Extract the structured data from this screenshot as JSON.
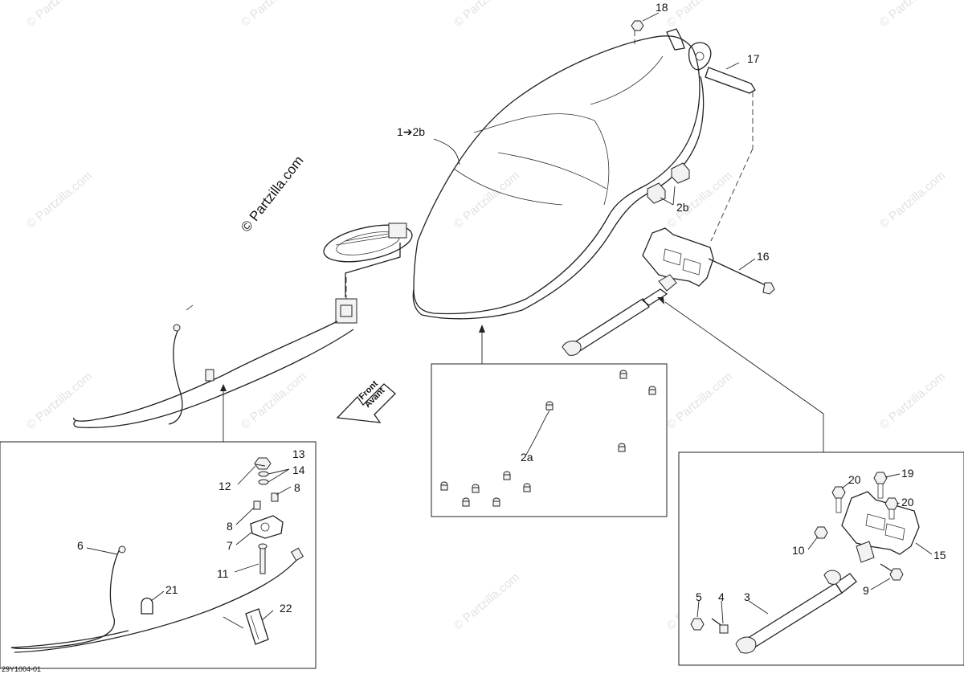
{
  "diagram": {
    "watermark_text": "© Partzilla.com",
    "copyright_stamp": "© Partzilla.com",
    "front_arrow": {
      "line1": "Front",
      "line2": "Avant"
    },
    "reference_code": "29Y1004-01",
    "callouts": {
      "c_1_2b": "1➔2b",
      "c_2a": "2a",
      "c_2b": "2b",
      "c_3": "3",
      "c_4": "4",
      "c_5": "5",
      "c_6": "6",
      "c_7": "7",
      "c_8a": "8",
      "c_8b": "8",
      "c_9": "9",
      "c_10": "10",
      "c_11": "11",
      "c_12": "12",
      "c_13": "13",
      "c_14": "14",
      "c_15": "15",
      "c_16": "16",
      "c_17": "17",
      "c_18": "18",
      "c_19": "19",
      "c_20a": "20",
      "c_20b": "20",
      "c_21": "21",
      "c_22": "22"
    }
  }
}
